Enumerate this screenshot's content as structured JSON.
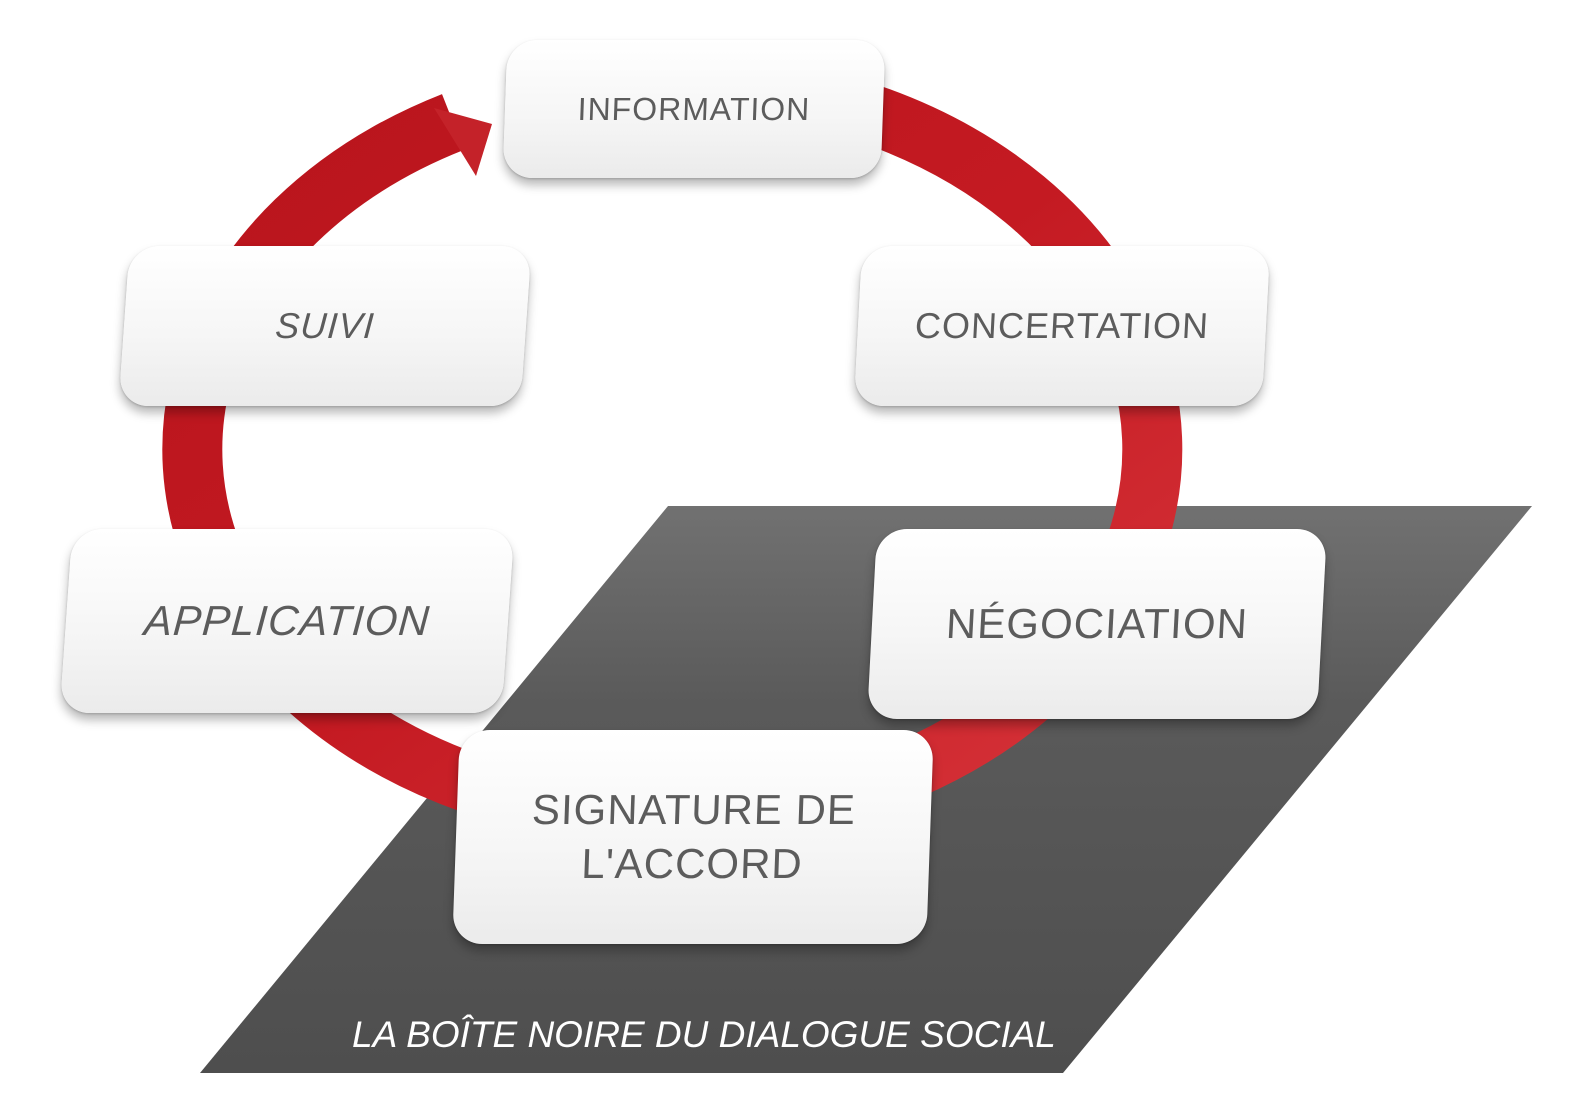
{
  "diagram": {
    "steps": [
      {
        "id": "information",
        "label": "INFORMATION"
      },
      {
        "id": "concertation",
        "label": "CONCERTATION"
      },
      {
        "id": "negociation",
        "label": "NÉGOCIATION"
      },
      {
        "id": "signature",
        "label": "SIGNATURE DE\nL'ACCORD"
      },
      {
        "id": "application",
        "label": "APPLICATION"
      },
      {
        "id": "suivi",
        "label": "SUIVI"
      }
    ],
    "flow": "clockwise cycle",
    "black_box_label": "LA BOÎTE NOIRE DU DIALOGUE SOCIAL"
  },
  "colors": {
    "cycle_arrow": "#c8202a",
    "black_box": "#555555",
    "box_text": "#5c5c5c",
    "caption_text": "#ffffff"
  }
}
